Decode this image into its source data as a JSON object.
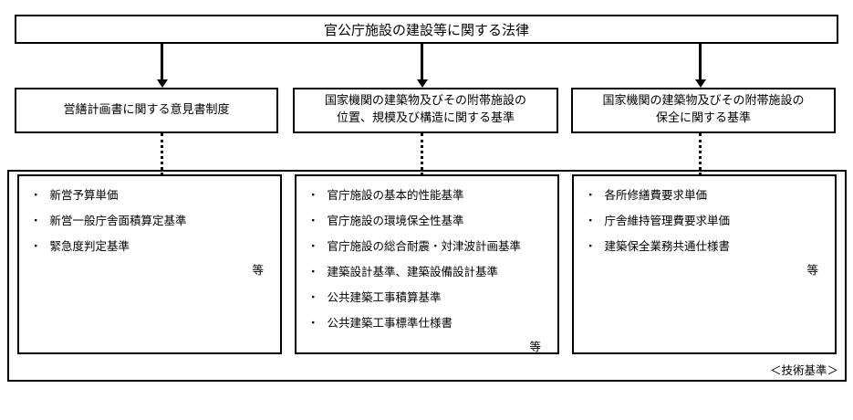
{
  "diagram": {
    "law_title": "官公庁施設の建設等に関する法律",
    "bullet": "・",
    "branches": [
      {
        "title": "営繕計画書に関する意見書制度",
        "items": [
          "新営予算単価",
          "新営一般庁舎面積算定基準",
          "緊急度判定基準"
        ],
        "etc_label": "等"
      },
      {
        "title": "国家機関の建築物及びその附帯施設の\n位置、規模及び構造に関する基準",
        "items": [
          "官庁施設の基本的性能基準",
          "官庁施設の環境保全性基準",
          "官庁施設の総合耐震・対津波計画基準",
          "建築設計基準、建築設備設計基準",
          "公共建築工事積算基準",
          "公共建築工事標準仕様書"
        ],
        "etc_label": "等"
      },
      {
        "title": "国家機関の建築物及びその附帯施設の\n保全に関する基準",
        "items": [
          "各所修繕費要求単価",
          "庁舎維持管理費要求単価",
          "建築保全業務共通仕様書"
        ],
        "etc_label": "等"
      }
    ],
    "group_label": "＜技術基準＞",
    "colors": {
      "border": "#000000",
      "background": "#ffffff",
      "text": "#000000"
    }
  }
}
